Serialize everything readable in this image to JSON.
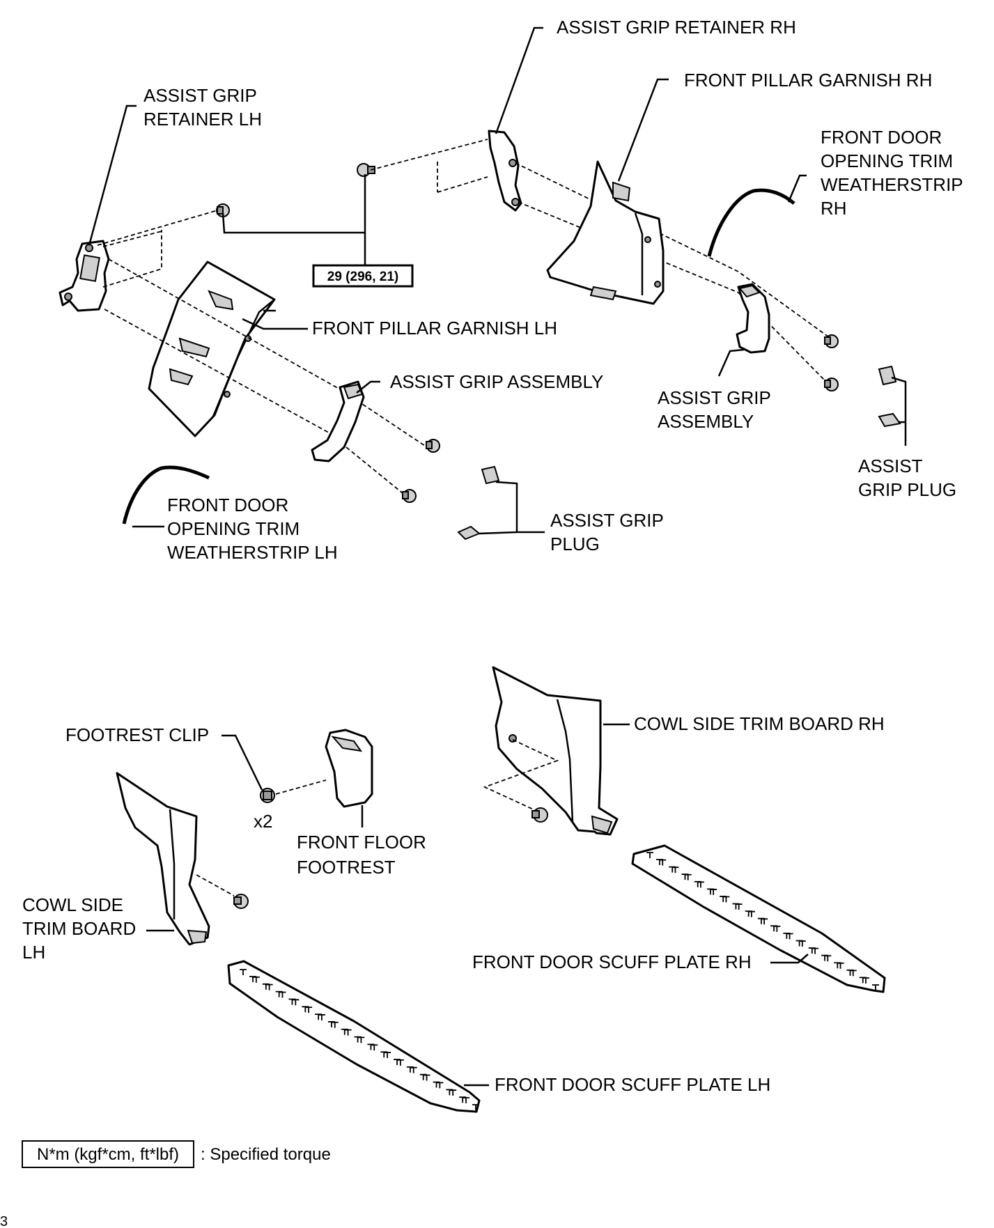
{
  "labels": {
    "assist_grip_retainer_rh": "ASSIST GRIP RETAINER RH",
    "front_pillar_garnish_rh": "FRONT PILLAR GARNISH RH",
    "assist_grip_retainer_lh": [
      "ASSIST GRIP",
      "RETAINER LH"
    ],
    "front_door_opening_trim_weatherstrip_rh": [
      "FRONT DOOR",
      "OPENING TRIM",
      "WEATHERSTRIP",
      "RH"
    ],
    "front_pillar_garnish_lh": "FRONT PILLAR GARNISH LH",
    "assist_grip_assembly_lh": "ASSIST GRIP ASSEMBLY",
    "assist_grip_assembly_rh": [
      "ASSIST GRIP",
      "ASSEMBLY"
    ],
    "assist_grip_plug_rh": [
      "ASSIST",
      "GRIP PLUG"
    ],
    "front_door_opening_trim_weatherstrip_lh": [
      "FRONT DOOR",
      "OPENING TRIM",
      "WEATHERSTRIP LH"
    ],
    "assist_grip_plug_lh": [
      "ASSIST GRIP",
      "PLUG"
    ],
    "footrest_clip": "FOOTREST CLIP",
    "clip_quantity": "x2",
    "front_floor_footrest": [
      "FRONT FLOOR",
      "FOOTREST"
    ],
    "cowl_side_trim_board_rh": "COWL SIDE TRIM BOARD RH",
    "cowl_side_trim_board_lh": [
      "COWL SIDE",
      "TRIM BOARD",
      "LH"
    ],
    "front_door_scuff_plate_rh": "FRONT DOOR SCUFF PLATE RH",
    "front_door_scuff_plate_lh": "FRONT DOOR SCUFF PLATE LH"
  },
  "torque_value": "29 (296, 21)",
  "legend": {
    "unit_box": "N*m (kgf*cm, ft*lbf)",
    "description": ": Specified torque"
  },
  "page_mark": "3"
}
